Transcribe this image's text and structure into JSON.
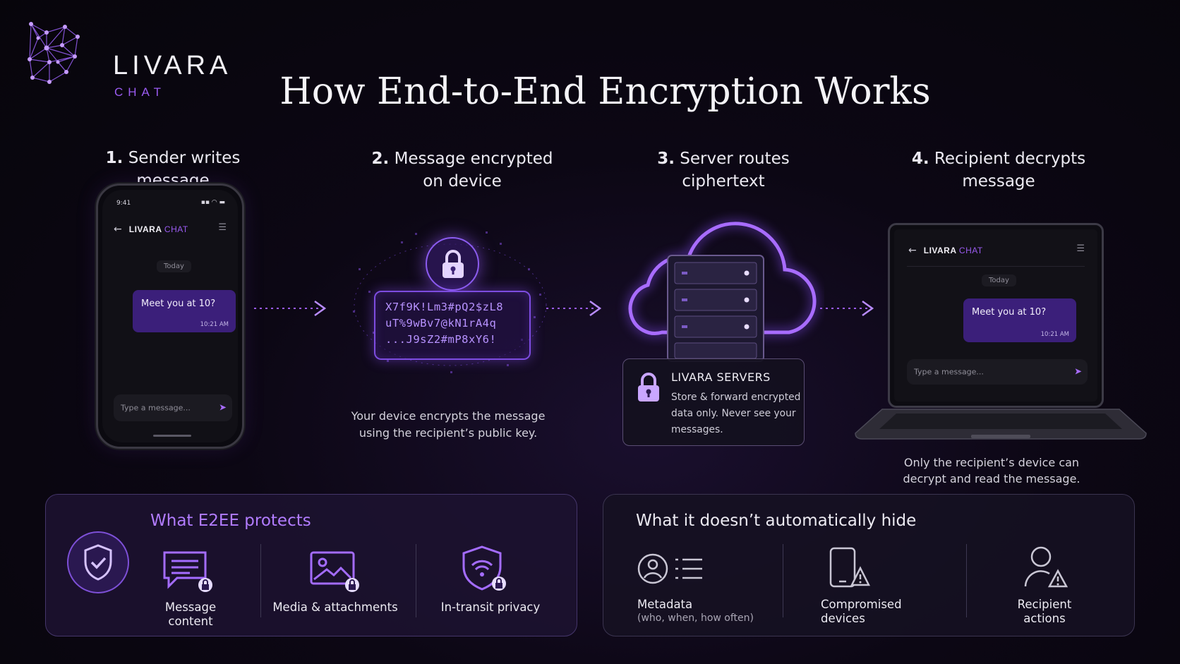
{
  "brand": {
    "name": "LIVARA",
    "sub": "CHAT"
  },
  "title": "How End-to-End Encryption Works",
  "steps": [
    {
      "num": "1.",
      "text": "Sender writes message"
    },
    {
      "num": "2.",
      "text": "Message encrypted",
      "text2": "on device"
    },
    {
      "num": "3.",
      "text": "Server routes",
      "text2": "ciphertext"
    },
    {
      "num": "4.",
      "text": "Recipient decrypts",
      "text2": "message"
    }
  ],
  "phone": {
    "status_time": "9:41",
    "brand": "LIVARA",
    "brand_sub": "CHAT",
    "date": "Today",
    "message": "Meet you at 10?",
    "time": "10:21 AM",
    "input_placeholder": "Type a message..."
  },
  "cipher": {
    "lines": [
      "X7f9K!Lm3#pQ2$zL8",
      "uT%9wBv7@kN1rA4q",
      "...J9sZ2#mP8xY6!"
    ]
  },
  "caption_encrypt": [
    "Your device encrypts the message",
    "using the recipient’s public key."
  ],
  "server": {
    "title": "LIVARA SERVERS",
    "desc": "Store & forward encrypted data only. Never see your messages."
  },
  "laptop": {
    "brand": "LIVARA",
    "brand_sub": "CHAT",
    "date": "Today",
    "message": "Meet you at 10?",
    "time": "10:21 AM",
    "input_placeholder": "Type a message..."
  },
  "caption_decrypt": [
    "Only the recipient’s device can",
    "decrypt and read the message."
  ],
  "protects": {
    "title": "What E2EE protects",
    "items": [
      "Message content",
      "Media & attachments",
      "In-transit privacy"
    ]
  },
  "not_hidden": {
    "title": "What it doesn’t automatically hide",
    "items": [
      {
        "label": "Metadata",
        "sub": "(who, when, how often)"
      },
      {
        "label": "Compromised",
        "label2": "devices"
      },
      {
        "label": "Recipient",
        "label2": "actions"
      }
    ]
  },
  "colors": {
    "accent": "#9a5bf0",
    "accent_bright": "#b98cff",
    "bubble": "#3b1f7a",
    "background": "#0c0714"
  },
  "icons": [
    "network-logo-icon",
    "padlock-icon",
    "cloud-server-icon",
    "shield-check-icon",
    "message-lock-icon",
    "image-lock-icon",
    "wifi-shield-lock-icon",
    "user-list-icon",
    "phone-warning-icon",
    "user-warning-icon",
    "arrow-right-icon",
    "send-icon",
    "back-arrow-icon",
    "menu-icon"
  ]
}
